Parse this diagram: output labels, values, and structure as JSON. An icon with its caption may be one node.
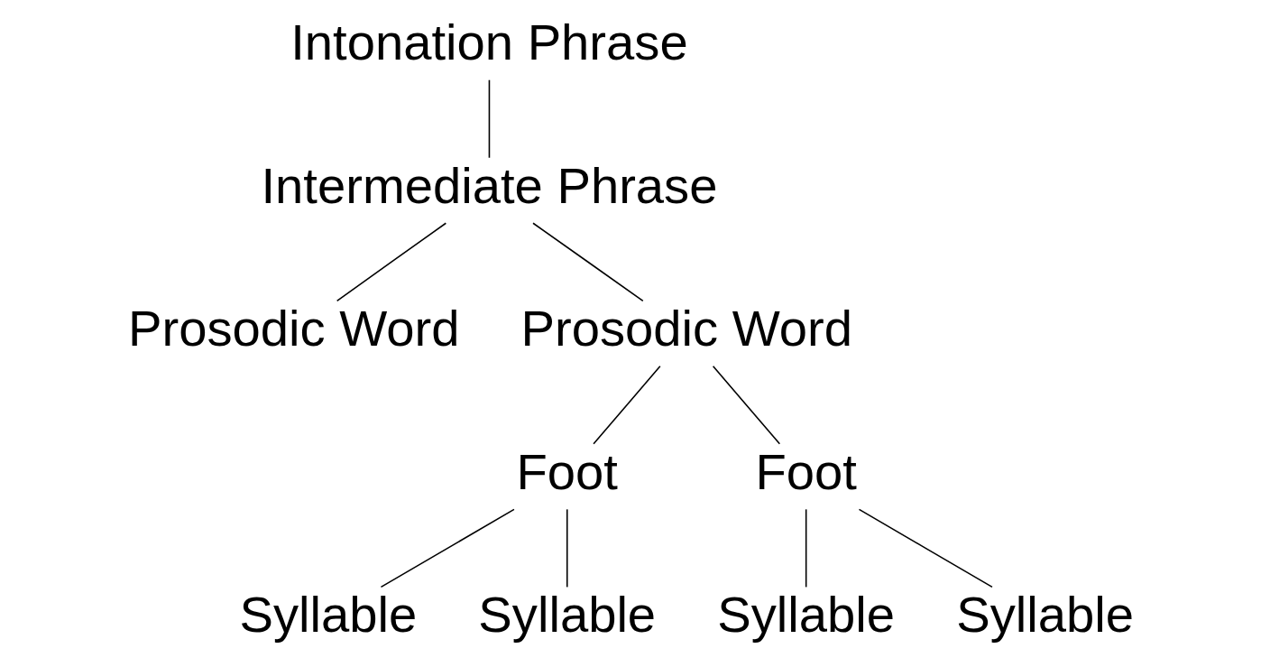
{
  "diagram": {
    "nodes": [
      {
        "text": [
          "Intonation Phrase"
        ]
      },
      {
        "text": [
          "Intermediate Phrase"
        ]
      },
      {
        "text": [
          "Prosodic Word"
        ]
      },
      {
        "text": [
          "Prosodic Word"
        ]
      },
      {
        "text": [
          "Foot"
        ]
      },
      {
        "text": [
          "Foot"
        ]
      },
      {
        "text": [
          "Syllable"
        ]
      },
      {
        "text": [
          "Syllable"
        ]
      },
      {
        "text": [
          "Syllable"
        ]
      },
      {
        "text": [
          "Syllable"
        ]
      }
    ],
    "edges": [
      {
        "from": 0,
        "to": 1,
        "arrow": "none"
      },
      {
        "from": 1,
        "to": 2,
        "arrow": "none"
      },
      {
        "from": 1,
        "to": 3,
        "arrow": "none"
      },
      {
        "from": 3,
        "to": 4,
        "arrow": "none"
      },
      {
        "from": 3,
        "to": 5,
        "arrow": "none"
      },
      {
        "from": 4,
        "to": 6,
        "arrow": "none"
      },
      {
        "from": 4,
        "to": 7,
        "arrow": "none"
      },
      {
        "from": 5,
        "to": 8,
        "arrow": "none"
      },
      {
        "from": 5,
        "to": 9,
        "arrow": "none"
      }
    ]
  }
}
